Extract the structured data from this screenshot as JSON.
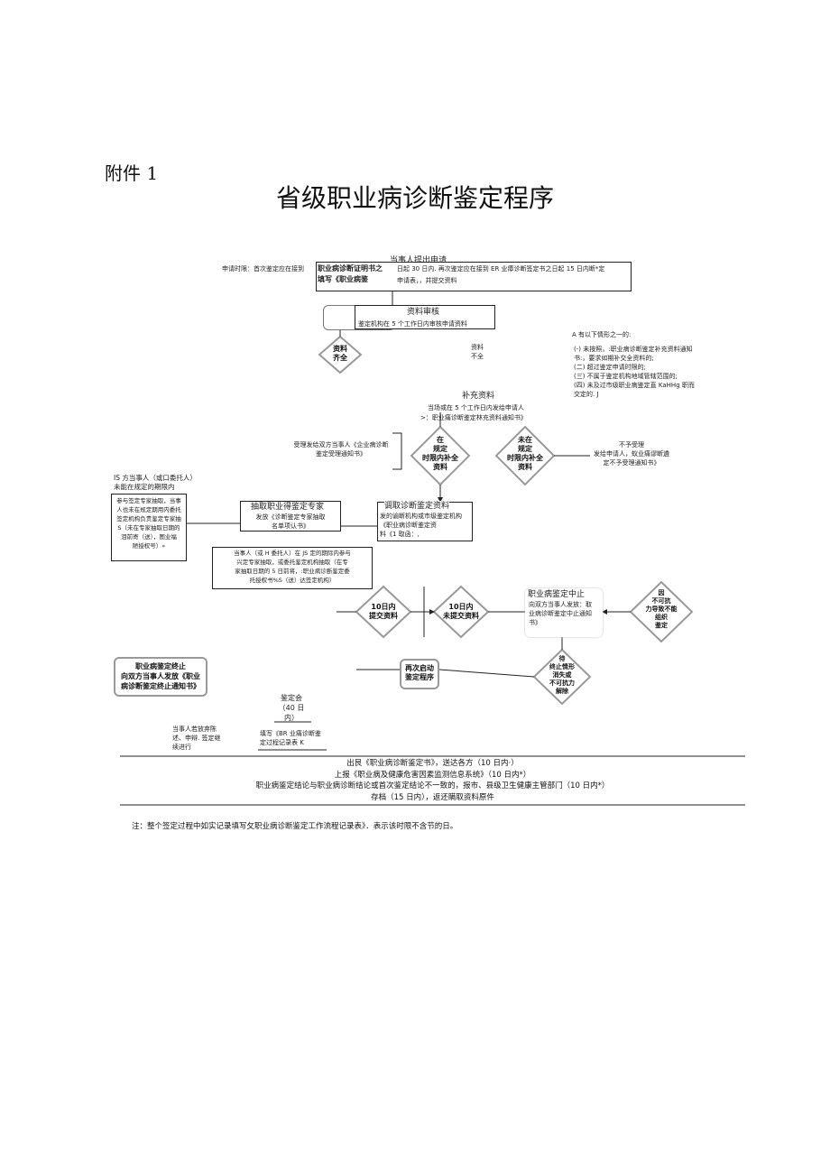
{
  "attachment_label": "附件 1",
  "title": "省级职业病诊断鉴定程序",
  "apply": {
    "heading": "当事人提出申请",
    "time_note": "申请时限：首次鉴定应在接到",
    "box_bold_line1": "职业病诊断证明书之",
    "box_bold_line2": "填写《职业病鉴",
    "line1": "日起 30 日内. 再次鉴定应在接到 ER 业瘴诊断签定书之日起 15 日内断*定",
    "line2": "申请表，，并提交资料"
  },
  "review": {
    "heading": "资料审核",
    "text": "鉴定机构在 5 个工作日内审核申请资料"
  },
  "d_complete": "资料\n齐全",
  "incomplete_label": "资料\n不全",
  "situations": {
    "header": "A 有以下情形之一的:",
    "items": [
      "(-) 未按照，:职业病诊断鉴定补充资料通知书:，要求如期补交全资料的;",
      "(二) 超过鉴定申请时限的;",
      "(三) 不属于鉴定机构地域管辖范围的;",
      "(四) 未及过市级职业病鉴定直 KaHHg 职而交定的. J"
    ]
  },
  "supplement": {
    "heading": "补充资料",
    "line1": "当场或在 5 个工作日内发给申请人",
    "line2": ">：职业痛诊断鉴定林充资料通知书》"
  },
  "accept_note": "受理发给双方当事人《企业病诊断\n鉴定受理通知书》",
  "d_in_time": "在\n规定\n时限内补全\n资料",
  "d_not_in_time": "未在\n规定\n时限内补全\n资料",
  "reject_note": "不予受理\n发给申请人，蚁业痛谬断遴\n定不予受理通知书》",
  "deadline_left": "IS 方当事人（或口委托人）\n未能在规定的期限内",
  "left_box": "参与签定专家抽取，当事\n人也未在规定期用内委托\n签定机构负责鉴定专家抽\nS（未在专家抽取日期的\n泪前寄（送），图业福\n陋授权号）»",
  "expert": {
    "heading": "抽取职业得鉴定专家",
    "text": "发放《诊断鉴定专家抽取\n名单项认书》"
  },
  "retrieve": {
    "heading": "调取诊断鉴定资料",
    "text": "发的谕断机构或市级鉴定机构\n《职业病诊断鉴定资\n料《1 取函：,"
  },
  "party_box": "当事人（或 H 委托人）在 JS 定的期际内参与\n兴定专家抽取，或委托鉴定机构抽取（在专\n家抽取日期的 5 日前将，:职业病诊断鉴定委\n托授权书%S（送）达签定机构）",
  "d_10days_submit": "10日内\n提交资料",
  "d_10days_not": "10日内\n未提交资料",
  "suspend": {
    "heading": "职业病鉴定中止",
    "text": "向双方当事人发放：取\n业病诊断鉴定中止通知\n书》"
  },
  "d_force": "因\n不可抗\n力导致不能\n组织\n鉴定",
  "terminate_box": "职业病鉴定终止\n向双方当事人发放《职业\n病诊断鉴定终止通知书》",
  "restart_box": "再次启动\n鉴定程序",
  "d_wait": "待\n终止情形\n消失或\n不可抗力\n解除",
  "committee": "鉴定会\n（40 日\n内）",
  "reapply_note": "当事人若放弃陈\n述、申辩. 签定继\n续进行",
  "record_note": "填写《BR 业痛诊断鉴\n定过程记录表 K",
  "bottom_lines": [
    "出艮《职业病诊断鉴定书》，送达各方（10 日内·）",
    "上报《职业病及健康危害因素监测信息系统》（10 日内*）",
    "职业病鉴定结论与职业病诊断结论或首次鉴定结论不一致的，报市、县级卫生健康主管部门（10 日内*）",
    "存档（15 日内），返还瞒取资料原件"
  ],
  "footnote": "注：整个签定过程中如实记录填写攵职业病诊断鉴定工作流程记录表》．表示该时限不含节的日。"
}
